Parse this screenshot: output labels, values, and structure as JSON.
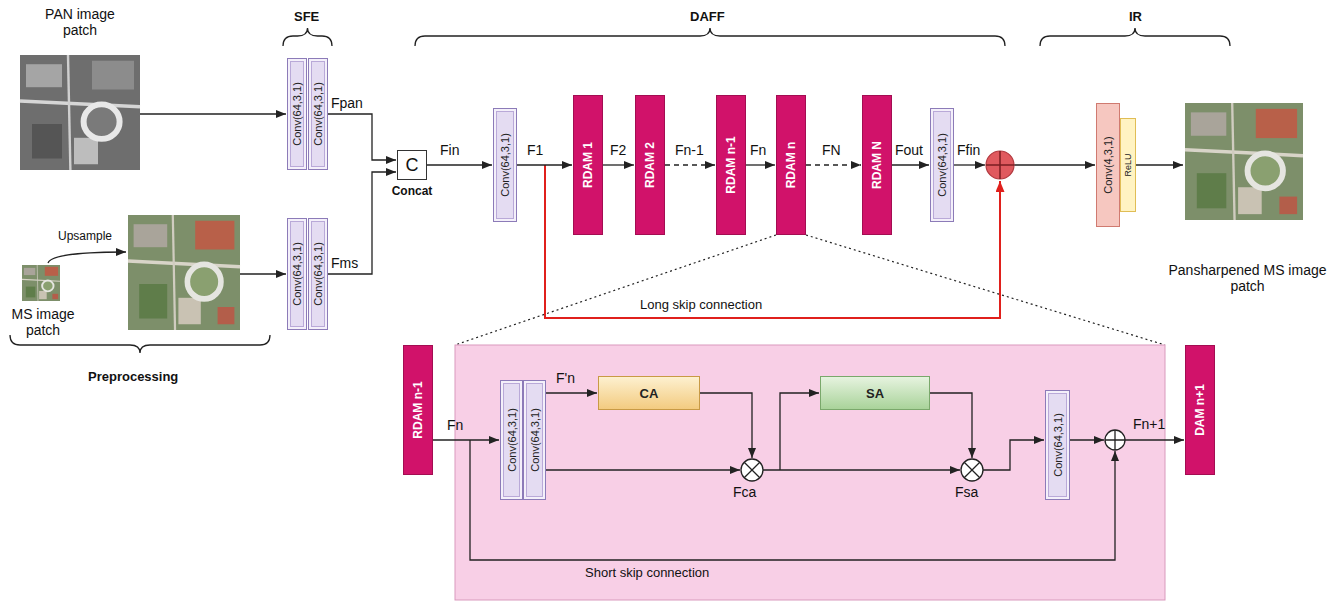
{
  "diagram": {
    "nodes": [
      {
        "text": [
          "Conv(64,3,1)"
        ]
      },
      {
        "text": [
          "Conv(64,3,1)"
        ]
      },
      {
        "text": [
          "Conv(64,3,1)"
        ]
      },
      {
        "text": [
          "Conv(64,3,1)"
        ]
      },
      {
        "text": [
          "C",
          "Concat"
        ]
      },
      {
        "text": [
          "Conv(64,3,1)"
        ]
      },
      {
        "text": [
          "RDAM 1"
        ]
      },
      {
        "text": [
          "RDAM 2"
        ]
      },
      {
        "text": [
          "RDAM n-1"
        ]
      },
      {
        "text": [
          "RDAM n"
        ]
      },
      {
        "text": [
          "RDAM N"
        ]
      },
      {
        "text": [
          "Conv(64,3,1)"
        ]
      },
      {
        "text": [
          "Conv(4,3,1)"
        ]
      },
      {
        "text": [
          "ReLU"
        ]
      },
      {
        "text": [
          "RDAM n-1"
        ]
      },
      {
        "text": [
          "Conv(64,3,1)"
        ]
      },
      {
        "text": [
          "Conv(64,3,1)"
        ]
      },
      {
        "text": [
          "CA"
        ]
      },
      {
        "text": [
          "SA"
        ]
      },
      {
        "text": [
          "Conv(64,3,1)"
        ]
      },
      {
        "text": [
          "DAM n+1"
        ]
      }
    ],
    "edges": [
      {
        "from": 1,
        "to": 4,
        "label": "Fpan",
        "arrow": "to"
      },
      {
        "from": 3,
        "to": 4,
        "label": "Fms",
        "arrow": "to"
      },
      {
        "from": 4,
        "to": 5,
        "label": "Fin",
        "arrow": "to"
      },
      {
        "from": 5,
        "to": 6,
        "label": "F1",
        "arrow": "to"
      },
      {
        "from": 6,
        "to": 7,
        "label": "F2",
        "arrow": "to"
      },
      {
        "from": 7,
        "to": 8,
        "label": "Fn-1",
        "arrow": "to"
      },
      {
        "from": 8,
        "to": 9,
        "label": "Fn",
        "arrow": "to"
      },
      {
        "from": 9,
        "to": 10,
        "label": "FN",
        "arrow": "to"
      },
      {
        "from": 10,
        "to": 11,
        "label": "Fout",
        "arrow": "to"
      },
      {
        "from": 14,
        "to": 15,
        "label": "Fn",
        "arrow": "to"
      },
      {
        "from": 16,
        "to": 17,
        "label": "F'n",
        "arrow": "to"
      }
    ],
    "labels": [
      "PAN image patch",
      "Upsample",
      "MS image patch",
      "Preprocessing",
      "SFE",
      "DAFF",
      "IR",
      "Ffin",
      "Long skip connection",
      "Pansharpened MS image patch",
      "Fca",
      "Fsa",
      "Fn+1",
      "Short skip connection"
    ]
  }
}
